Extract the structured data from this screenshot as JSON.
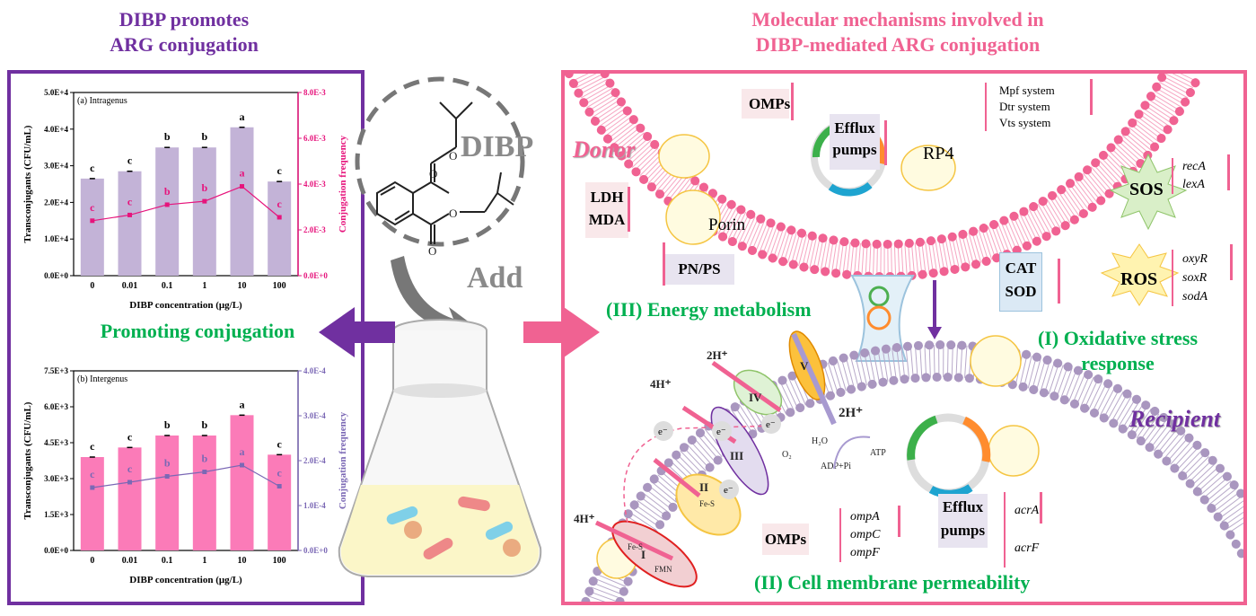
{
  "left_title": {
    "line1": "DIBP promotes",
    "line2": "ARG conjugation",
    "color": "#7030a0"
  },
  "right_title": {
    "line1": "Molecular mechanisms involved in",
    "line2": "DIBP-mediated ARG conjugation",
    "color": "#f06292"
  },
  "center": {
    "molecule_label": "DIBP",
    "add_label": "Add",
    "promoting_label": "Promoting conjugation"
  },
  "chart_data": [
    {
      "type": "bar",
      "title": "(a) Intragenus",
      "categories": [
        "0",
        "0.01",
        "0.1",
        "1",
        "10",
        "100"
      ],
      "xlabel": "DIBP concentration (μg/L)",
      "ylabel": "Transconjugants (CFU/mL)",
      "y2label": "Conjugation frequency",
      "ylim": [
        0,
        50000
      ],
      "y2lim": [
        0,
        0.008
      ],
      "yticks": [
        "0.0E+0",
        "1.0E+4",
        "2.0E+4",
        "3.0E+4",
        "4.0E+4",
        "5.0E+4"
      ],
      "y2ticks": [
        "0.0E+0",
        "2.0E-3",
        "4.0E-3",
        "6.0E-3",
        "8.0E-3"
      ],
      "bar_color": "#c3b3d7",
      "line_color": "#e6147c",
      "series": [
        {
          "kind": "bar",
          "values": [
            26500,
            28500,
            35000,
            35000,
            40500,
            25700
          ],
          "letters": [
            "c",
            "c",
            "b",
            "b",
            "a",
            "c"
          ]
        },
        {
          "kind": "line",
          "axis": "right",
          "values": [
            0.0024,
            0.00265,
            0.0031,
            0.00325,
            0.0039,
            0.00255
          ],
          "letters": [
            "c",
            "c",
            "b",
            "b",
            "a",
            "c"
          ]
        }
      ]
    },
    {
      "type": "bar",
      "title": "(b) Intergenus",
      "categories": [
        "0",
        "0.01",
        "0.1",
        "1",
        "10",
        "100"
      ],
      "xlabel": "DIBP concentration (μg/L)",
      "ylabel": "Transconjugants (CFU/mL)",
      "y2label": "Conjugation frequency",
      "ylim": [
        0,
        7500
      ],
      "y2lim": [
        0,
        0.0004
      ],
      "yticks": [
        "0.0E+0",
        "1.5E+3",
        "3.0E+3",
        "4.5E+3",
        "6.0E+3",
        "7.5E+3"
      ],
      "y2ticks": [
        "0.0E+0",
        "1.0E-4",
        "2.0E-4",
        "3.0E-4",
        "4.0E-4"
      ],
      "bar_color": "#fb7bb8",
      "line_color": "#7b68b5",
      "series": [
        {
          "kind": "bar",
          "values": [
            3900,
            4300,
            4800,
            4800,
            5650,
            4000
          ],
          "letters": [
            "c",
            "c",
            "b",
            "b",
            "a",
            "c"
          ]
        },
        {
          "kind": "line",
          "axis": "right",
          "values": [
            0.00014,
            0.000152,
            0.000165,
            0.000175,
            0.00019,
            0.000143
          ],
          "letters": [
            "c",
            "c",
            "b",
            "b",
            "a",
            "c"
          ]
        }
      ]
    }
  ],
  "mechanism": {
    "donor": "Donor",
    "recipient": "Recipient",
    "omps_top": "OMPs",
    "efflux_top": {
      "line1": "Efflux",
      "line2": "pumps"
    },
    "rp4": "RP4",
    "rp4_systems": [
      "Mpf system",
      "Dtr system",
      "Vts system"
    ],
    "ldh": "LDH",
    "mda": "MDA",
    "porin": "Porin",
    "pnps": "PN/PS",
    "sos": "SOS",
    "sos_genes": [
      "recA",
      "lexA"
    ],
    "ros": "ROS",
    "ros_genes": [
      "oxyR",
      "soxR",
      "sodA"
    ],
    "cat": "CAT",
    "sod": "SOD",
    "energy": "(III) Energy metabolism",
    "oxidative": {
      "line1": "(I) Oxidative stress",
      "line2": "response"
    },
    "permeability": "(II) Cell membrane permeability",
    "omps_bottom": "OMPs",
    "omp_genes": [
      "ompA",
      "ompC",
      "ompF"
    ],
    "efflux_bottom": {
      "line1": "Efflux",
      "line2": "pumps"
    },
    "acr_genes": [
      "acrA",
      "acrF"
    ],
    "complexes": [
      "I",
      "II",
      "III",
      "IV",
      "V"
    ],
    "labels": {
      "h4a": "4H⁺",
      "h4b": "4H⁺",
      "h2a": "2H⁺",
      "h2b": "2H⁺",
      "e": "e⁻",
      "fes": "Fe-S",
      "fmn": "FMN",
      "o2": "O₂",
      "h2o": "H₂O",
      "adp": "ADP+Pi",
      "atp": "ATP"
    },
    "green": "#00b050",
    "pink": "#f06292"
  }
}
